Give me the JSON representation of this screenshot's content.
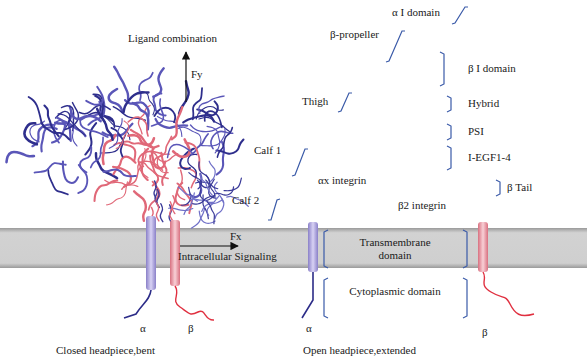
{
  "diagram": {
    "labels": [
      "α I domain",
      "β-propeller",
      "Thigh",
      "Calf 1",
      "Calf 2",
      "αx integrin",
      "β I domain",
      "Hybrid",
      "PSI",
      "I-EGF1-4",
      "β Tail",
      "β2 integrin",
      "Ligand combination",
      "Fy",
      "Fx",
      "Intracellular Signaling",
      "Transmembrane domain",
      "Cytoplasmic domain",
      "α",
      "β",
      "α",
      "β",
      "Closed headpiece,bent",
      "Open headpiece,extended"
    ]
  }
}
